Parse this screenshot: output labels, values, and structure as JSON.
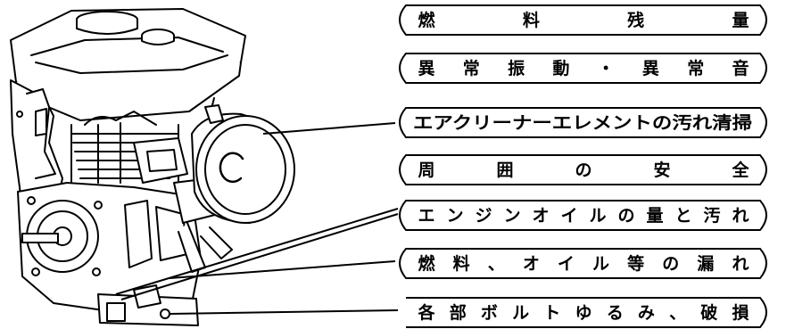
{
  "labels": [
    {
      "id": "fuel-level",
      "text": "燃料残量",
      "chars": [
        "燃",
        "料",
        "残",
        "量"
      ]
    },
    {
      "id": "abnormal",
      "text": "異常振動・異常音",
      "chars": [
        "異",
        "常",
        "振",
        "動",
        "・",
        "異",
        "常",
        "音"
      ]
    },
    {
      "id": "air-cleaner",
      "text": "エアクリーナーエレメントの汚れ清掃",
      "chars": null
    },
    {
      "id": "surroundings",
      "text": "周囲の安全",
      "chars": [
        "周",
        "囲",
        "の",
        "安",
        "全"
      ]
    },
    {
      "id": "engine-oil",
      "text": "エンジンオイルの量と汚れ",
      "chars": [
        "エ",
        "ン",
        "ジ",
        "ン",
        "オ",
        "イ",
        "ル",
        "の",
        "量",
        "と",
        "汚",
        "れ"
      ]
    },
    {
      "id": "leaks",
      "text": "燃料、オイル等の漏れ",
      "chars": [
        "燃",
        "料",
        "、",
        "オ",
        "イ",
        "ル",
        "等",
        "の",
        "漏",
        "れ"
      ]
    },
    {
      "id": "bolts",
      "text": "各部ボルトゆるみ、破損",
      "chars": [
        "各",
        "部",
        "ボ",
        "ル",
        "ト",
        "ゆ",
        "る",
        "み",
        "、",
        "破",
        "損"
      ]
    }
  ]
}
